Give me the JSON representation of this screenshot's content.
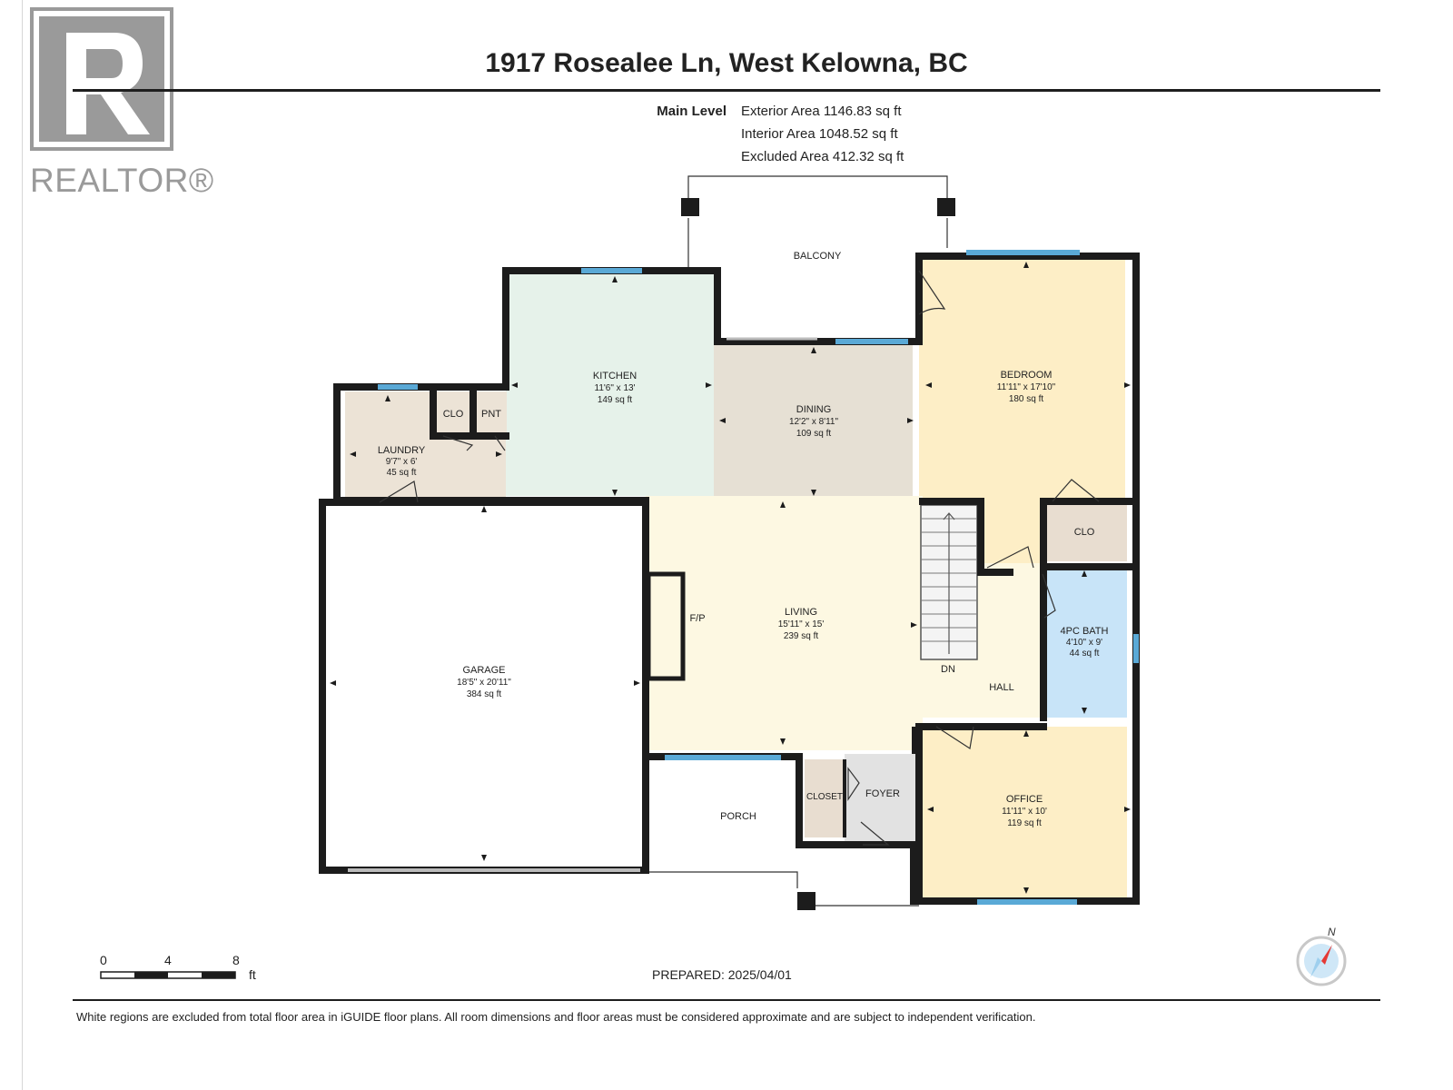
{
  "header": {
    "title": "1917 Rosealee Ln, West Kelowna, BC"
  },
  "logo": {
    "text": "REALTOR®"
  },
  "areas": {
    "level": "Main Level",
    "exterior": "Exterior Area 1146.83 sq ft",
    "interior": "Interior Area 1048.52 sq ft",
    "excluded": "Excluded Area 412.32 sq ft"
  },
  "rooms": {
    "balcony": {
      "name": "BALCONY"
    },
    "kitchen": {
      "name": "KITCHEN",
      "dims": "11'6\" x 13'",
      "area": "149 sq ft"
    },
    "dining": {
      "name": "DINING",
      "dims": "12'2\" x 8'11\"",
      "area": "109 sq ft"
    },
    "bedroom": {
      "name": "BEDROOM",
      "dims": "11'11\" x 17'10\"",
      "area": "180 sq ft"
    },
    "laundry": {
      "name": "LAUNDRY",
      "dims": "9'7\" x 6'",
      "area": "45 sq ft"
    },
    "clo_small": {
      "name": "CLO"
    },
    "pnt": {
      "name": "PNT"
    },
    "garage": {
      "name": "GARAGE",
      "dims": "18'5\" x 20'11\"",
      "area": "384 sq ft"
    },
    "fireplace": {
      "name": "F/P"
    },
    "living": {
      "name": "LIVING",
      "dims": "15'11\" x 15'",
      "area": "239 sq ft"
    },
    "stairs": {
      "name": "DN"
    },
    "clo_bedroom": {
      "name": "CLO"
    },
    "hall": {
      "name": "HALL"
    },
    "bath": {
      "name": "4PC BATH",
      "dims": "4'10\" x 9'",
      "area": "44 sq ft"
    },
    "porch": {
      "name": "PORCH"
    },
    "closet": {
      "name": "CLOSET"
    },
    "foyer": {
      "name": "FOYER"
    },
    "office": {
      "name": "OFFICE",
      "dims": "11'11\" x 10'",
      "area": "119 sq ft"
    }
  },
  "scale": {
    "ticks": [
      "0",
      "4",
      "8"
    ],
    "unit": "ft"
  },
  "compass": {
    "label": "N"
  },
  "footer": {
    "prepared": "PREPARED: 2025/04/01",
    "disclaimer": "White regions are excluded from total floor area in iGUIDE floor plans. All room dimensions and floor areas must be considered approximate and are subject to independent verification."
  },
  "colors": {
    "kitchen": "#e6f2ea",
    "dining": "#e6e0d4",
    "bedroom": "#fdeec6",
    "living": "#fdf8e2",
    "laundry": "#ece3d6",
    "closet": "#e8ddd0",
    "bath": "#c8e4f8",
    "office": "#fdeec6",
    "foyer": "#e2e2e2",
    "wall": "#1c1c1c",
    "window": "#5aa9d6"
  }
}
